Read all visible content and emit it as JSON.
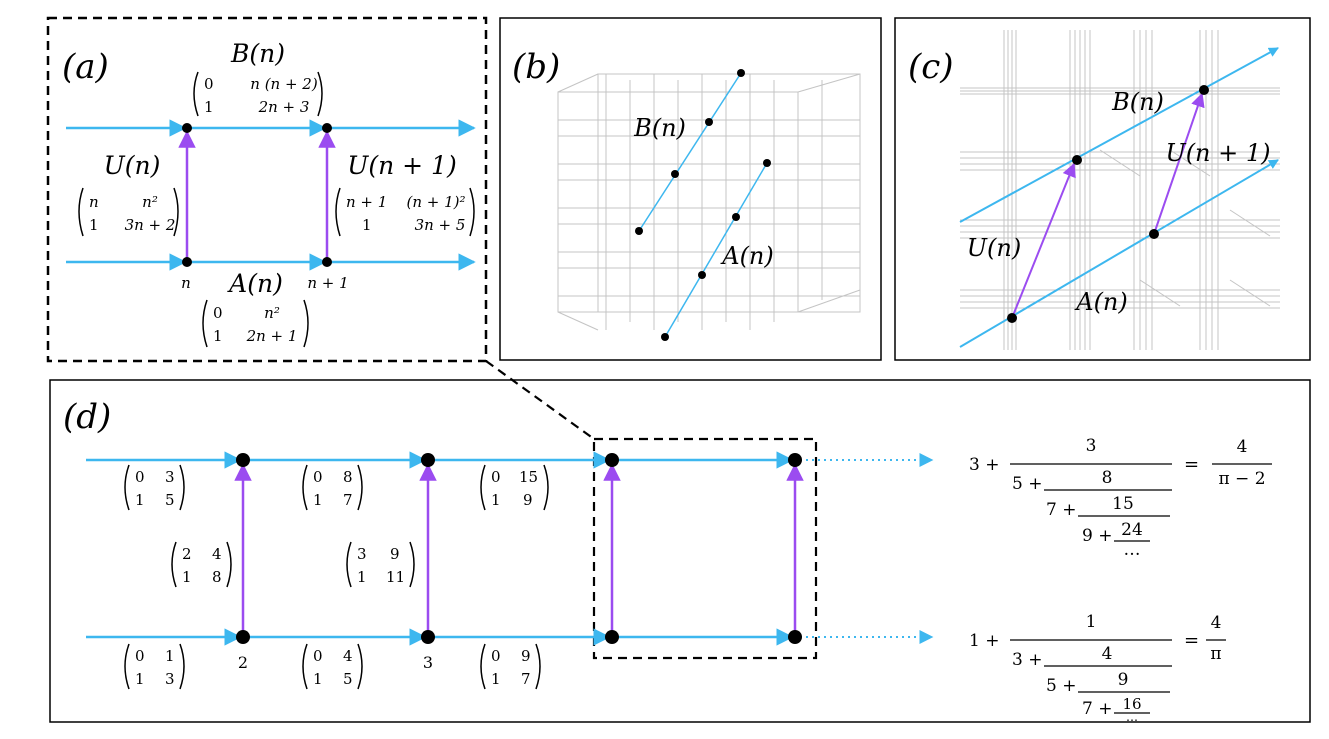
{
  "colors": {
    "cyan": "#3db7ef",
    "purple": "#9b4cf0",
    "grid": "#b9b9b9",
    "node": "#000000"
  },
  "panels": {
    "a": {
      "label": "(a)",
      "B": {
        "name": "B(n)",
        "m": [
          "0",
          "n (n + 2)",
          "1",
          "2n + 3"
        ]
      },
      "U": {
        "name": "U(n)",
        "m": [
          "n",
          "n²",
          "1",
          "3n + 2"
        ]
      },
      "U1": {
        "name": "U(n + 1)",
        "m": [
          "n + 1",
          "(n + 1)²",
          "1",
          "3n + 5"
        ]
      },
      "A": {
        "name": "A(n)",
        "m": [
          "0",
          "n²",
          "1",
          "2n + 1"
        ]
      },
      "n_left": "n",
      "n_right": "n + 1"
    },
    "b": {
      "label": "(b)",
      "B": "B(n)",
      "A": "A(n)"
    },
    "c": {
      "label": "(c)",
      "B": "B(n)",
      "U1": "U(n + 1)",
      "U": "U(n)",
      "A": "A(n)"
    },
    "d": {
      "label": "(d)",
      "top": [
        [
          "0",
          "3",
          "1",
          "5"
        ],
        [
          "0",
          "8",
          "1",
          "7"
        ],
        [
          "0",
          "15",
          "1",
          "9"
        ]
      ],
      "mid": [
        [
          "2",
          "4",
          "1",
          "8"
        ],
        [
          "3",
          "9",
          "1",
          "11"
        ]
      ],
      "bottom": [
        [
          "0",
          "1",
          "1",
          "3"
        ],
        [
          "0",
          "4",
          "1",
          "5"
        ],
        [
          "0",
          "9",
          "1",
          "7"
        ]
      ],
      "n_labels": [
        "2",
        "3"
      ],
      "cf_top": {
        "a0": "3 +",
        "n1": "3",
        "d1": "5 +",
        "n2": "8",
        "d2": "7 +",
        "n3": "15",
        "d3": "9 +",
        "n4": "24",
        "dots": "…",
        "eq": "=",
        "rn": "4",
        "rd": "π − 2"
      },
      "cf_bot": {
        "a0": "1 +",
        "n1": "1",
        "d1": "3 +",
        "n2": "4",
        "d2": "5 +",
        "n3": "9",
        "d3": "7 +",
        "n4": "16",
        "dots": "…",
        "eq": "=",
        "rn": "4",
        "rd": "π"
      }
    }
  }
}
